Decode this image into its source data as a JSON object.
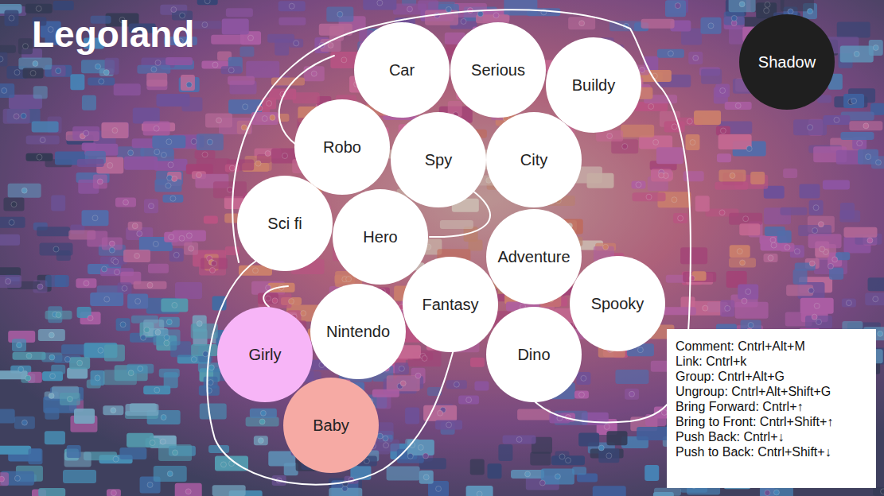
{
  "diagram": {
    "title": "Legoland",
    "nodes": [
      {
        "text": [
          "Car"
        ]
      },
      {
        "text": [
          "Serious"
        ]
      },
      {
        "text": [
          "Buildy"
        ]
      },
      {
        "text": [
          "Shadow"
        ]
      },
      {
        "text": [
          "Robo"
        ]
      },
      {
        "text": [
          "Spy"
        ]
      },
      {
        "text": [
          "City"
        ]
      },
      {
        "text": [
          "Sci fi"
        ]
      },
      {
        "text": [
          "Hero"
        ]
      },
      {
        "text": [
          "Adventure"
        ]
      },
      {
        "text": [
          "Fantasy"
        ]
      },
      {
        "text": [
          "Spooky"
        ]
      },
      {
        "text": [
          "Girly"
        ]
      },
      {
        "text": [
          "Nintendo"
        ]
      },
      {
        "text": [
          "Dino"
        ]
      },
      {
        "text": [
          "Baby"
        ]
      }
    ],
    "labels": [
      "Comment: Cntrl+Alt+M",
      "Link: Cntrl+k",
      "Group: Cntrl+Alt+G",
      "Ungroup: Cntrl+Alt+Shift+G",
      "Bring Forward: Cntrl+↑",
      "Bring to Front: Cntrl+Shift+↑",
      "Push Back: Cntrl+↓",
      "Push to Back: Cntrl+Shift+↓"
    ]
  }
}
